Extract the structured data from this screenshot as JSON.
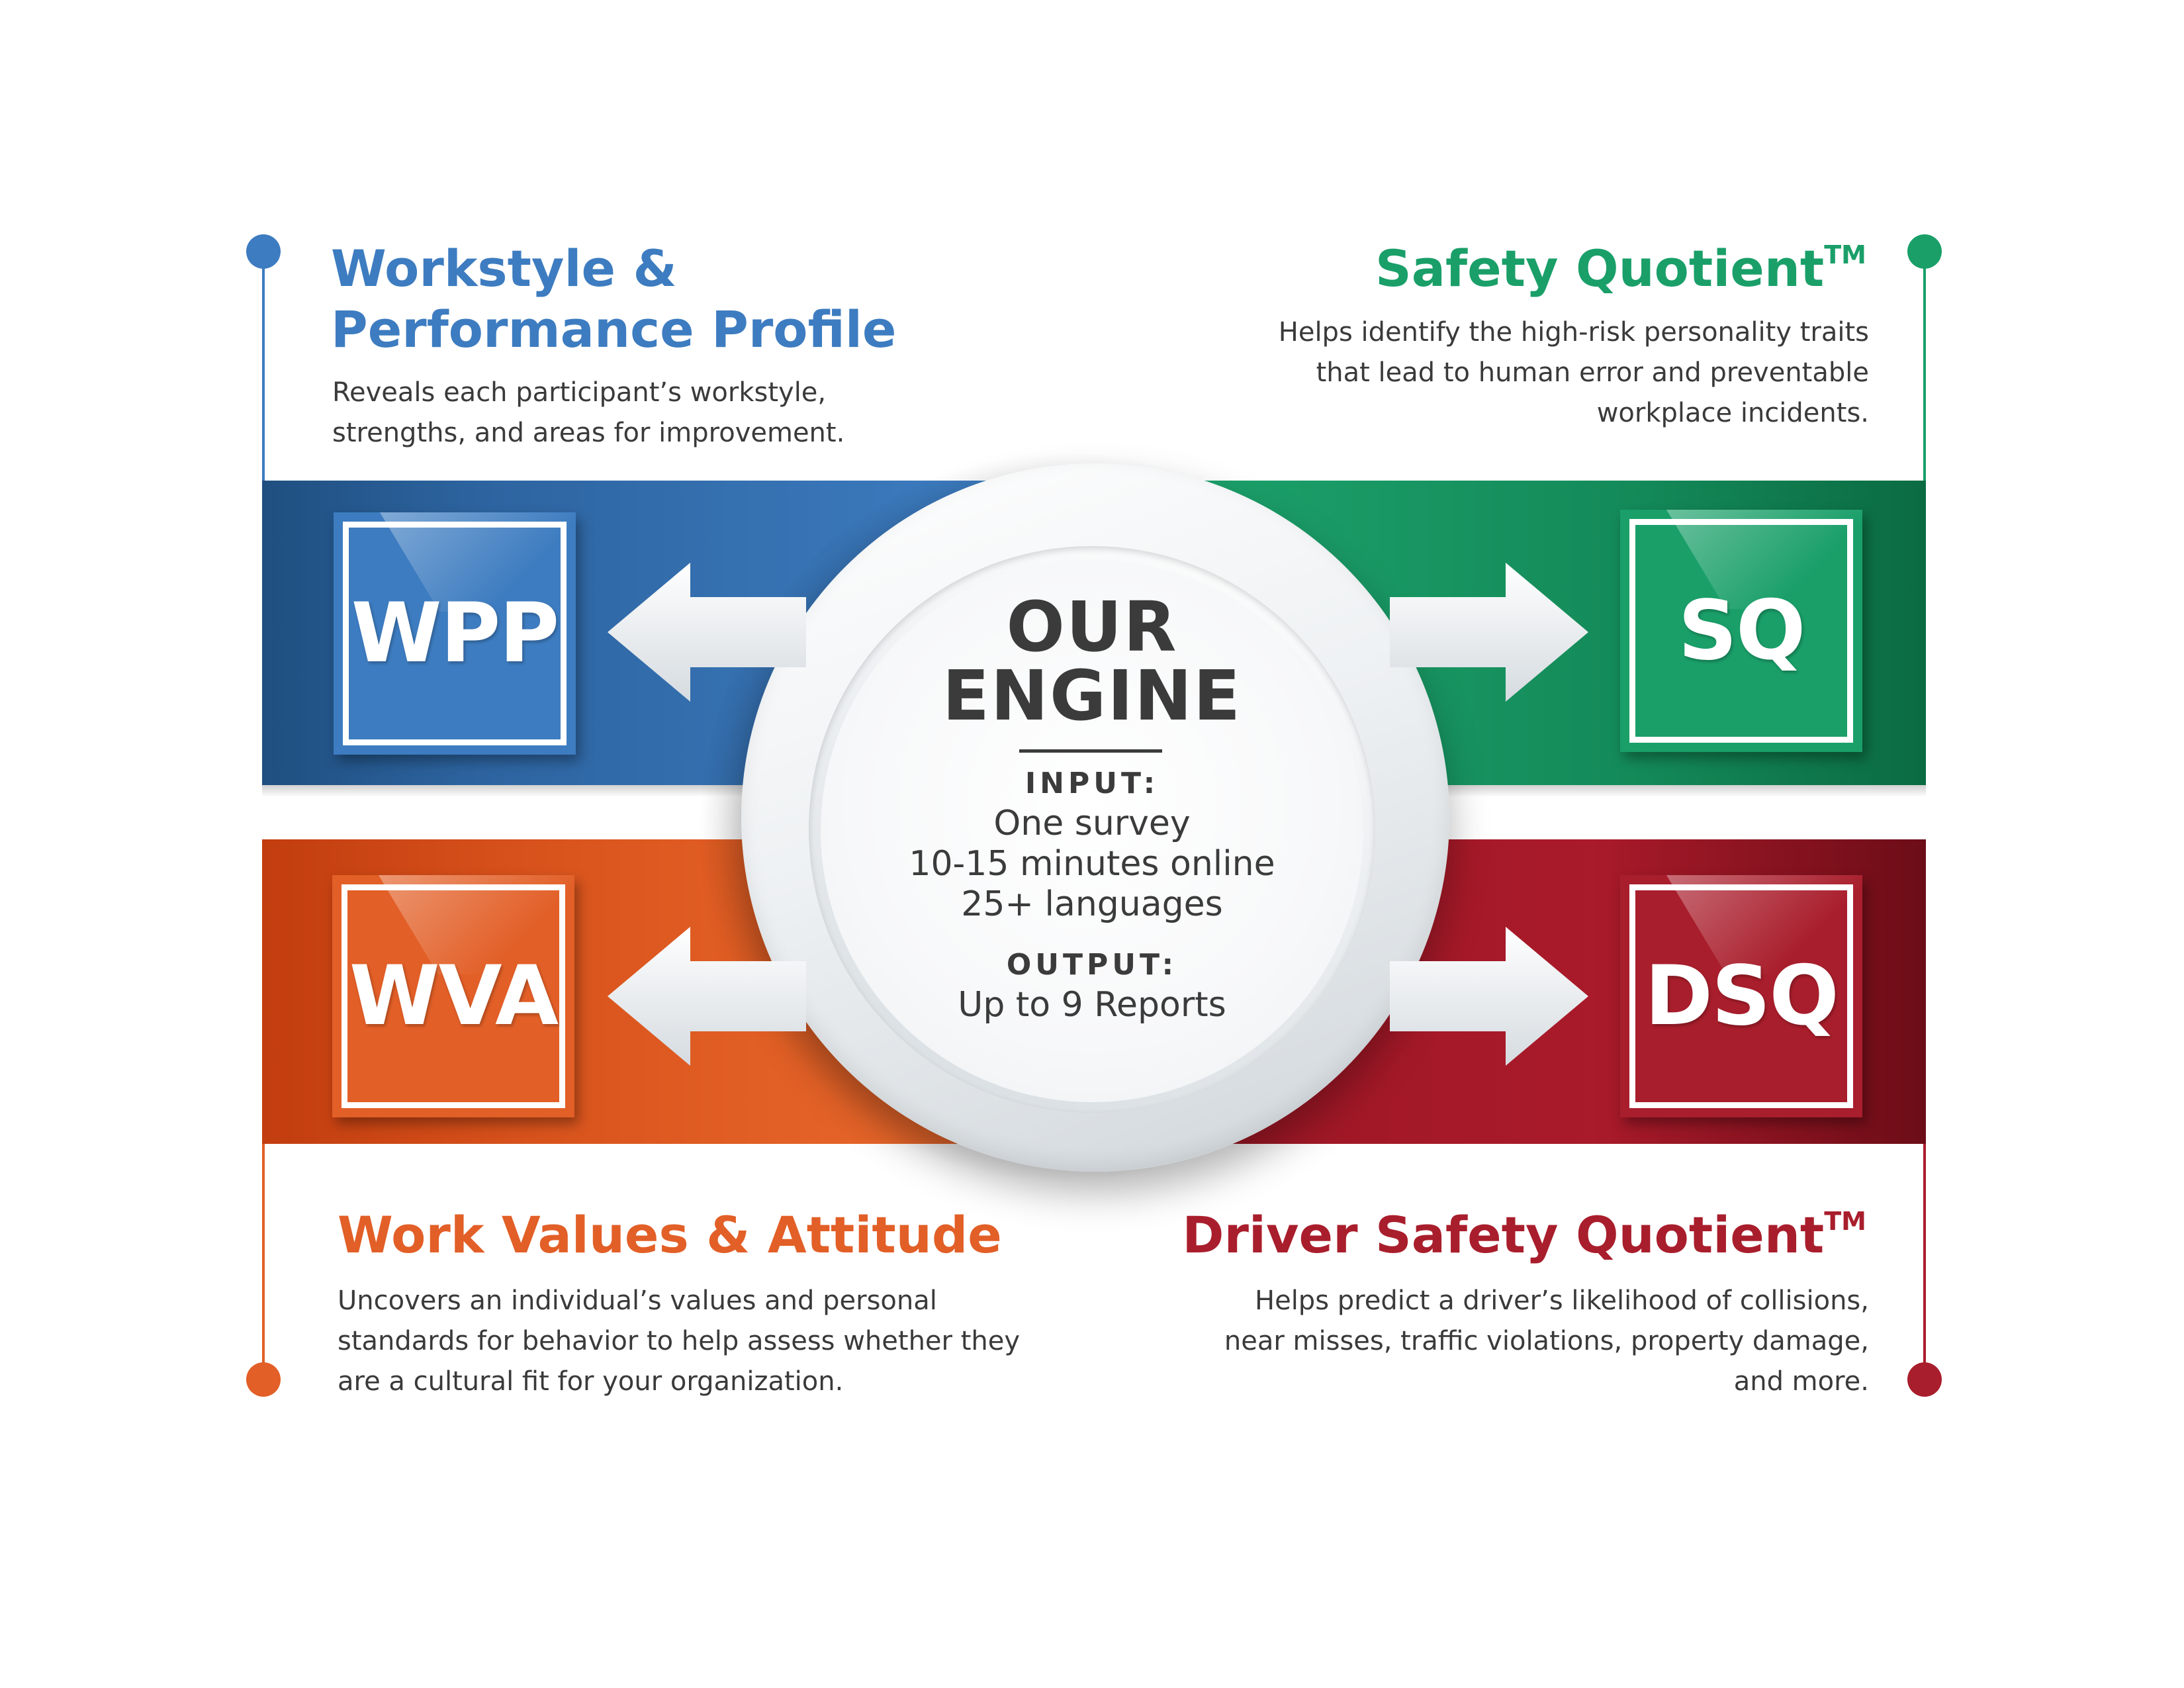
{
  "engine": {
    "title_line1": "OUR",
    "title_line2": "ENGINE",
    "input_label": "INPUT:",
    "input_lines": [
      "One survey",
      "10-15 minutes online",
      "25+ languages"
    ],
    "output_label": "OUTPUT:",
    "output_lines": [
      "Up to 9 Reports"
    ]
  },
  "products": [
    {
      "code": "WPP",
      "title_line1": "Workstyle &",
      "title_line2": "Performance Profile",
      "description": [
        "Reveals each participant’s workstyle,",
        "strengths, and areas for improvement."
      ],
      "color": "#3d7cc0"
    },
    {
      "code": "SQ",
      "title": "Safety Quotient",
      "trademark": "TM",
      "description": [
        "Helps identify the high-risk personality traits",
        "that lead to human error and preventable",
        "workplace incidents."
      ],
      "color": "#1a9f69"
    },
    {
      "code": "WVA",
      "title": "Work Values & Attitude",
      "description": [
        "Uncovers an individual’s values and personal",
        "standards for behavior to help assess whether they",
        "are a cultural fit for your organization."
      ],
      "color": "#e25f27"
    },
    {
      "code": "DSQ",
      "title": "Driver Safety Quotient",
      "trademark": "TM",
      "description": [
        "Helps predict a driver’s likelihood of collisions,",
        "near misses, traffic violations, property damage,",
        "and more."
      ],
      "color": "#a91e2c"
    }
  ]
}
